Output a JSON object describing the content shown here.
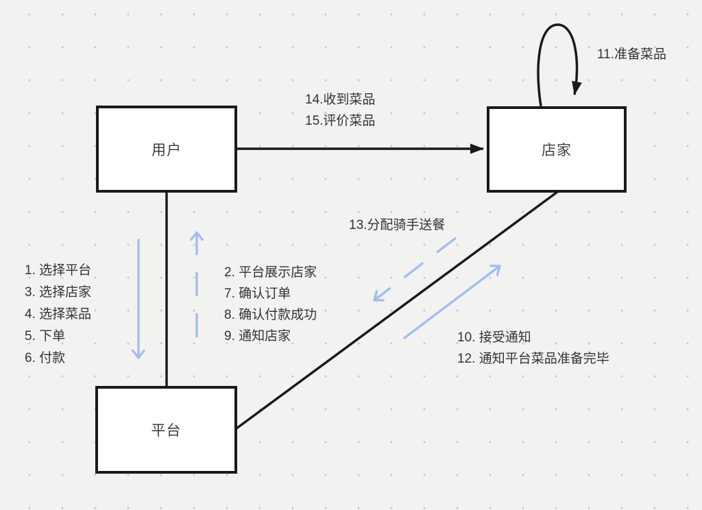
{
  "nodes": {
    "user": "用户",
    "shop": "店家",
    "platform": "平台"
  },
  "labels": {
    "receive": [
      "14.收到菜品",
      "15.评价菜品"
    ],
    "prepare": "11.准备菜品",
    "dispatch": "13.分配骑手送餐",
    "user_to_platform": [
      "1. 选择平台",
      "3. 选择店家",
      "4. 选择菜品",
      "5. 下单",
      "6. 付款"
    ],
    "platform_to_user": [
      "2. 平台展示店家",
      "7. 确认订单",
      "8. 确认付款成功",
      "9. 通知店家"
    ],
    "shop_to_platform": [
      "10. 接受通知",
      "12. 通知平台菜品准备完毕"
    ]
  },
  "colors": {
    "stroke": "#1a1a1a",
    "accent": "#a3bdf2",
    "background": "#f2f2f0",
    "node_fill": "#ffffff",
    "text": "#333333",
    "grid_dot": "#c9c9c8"
  }
}
